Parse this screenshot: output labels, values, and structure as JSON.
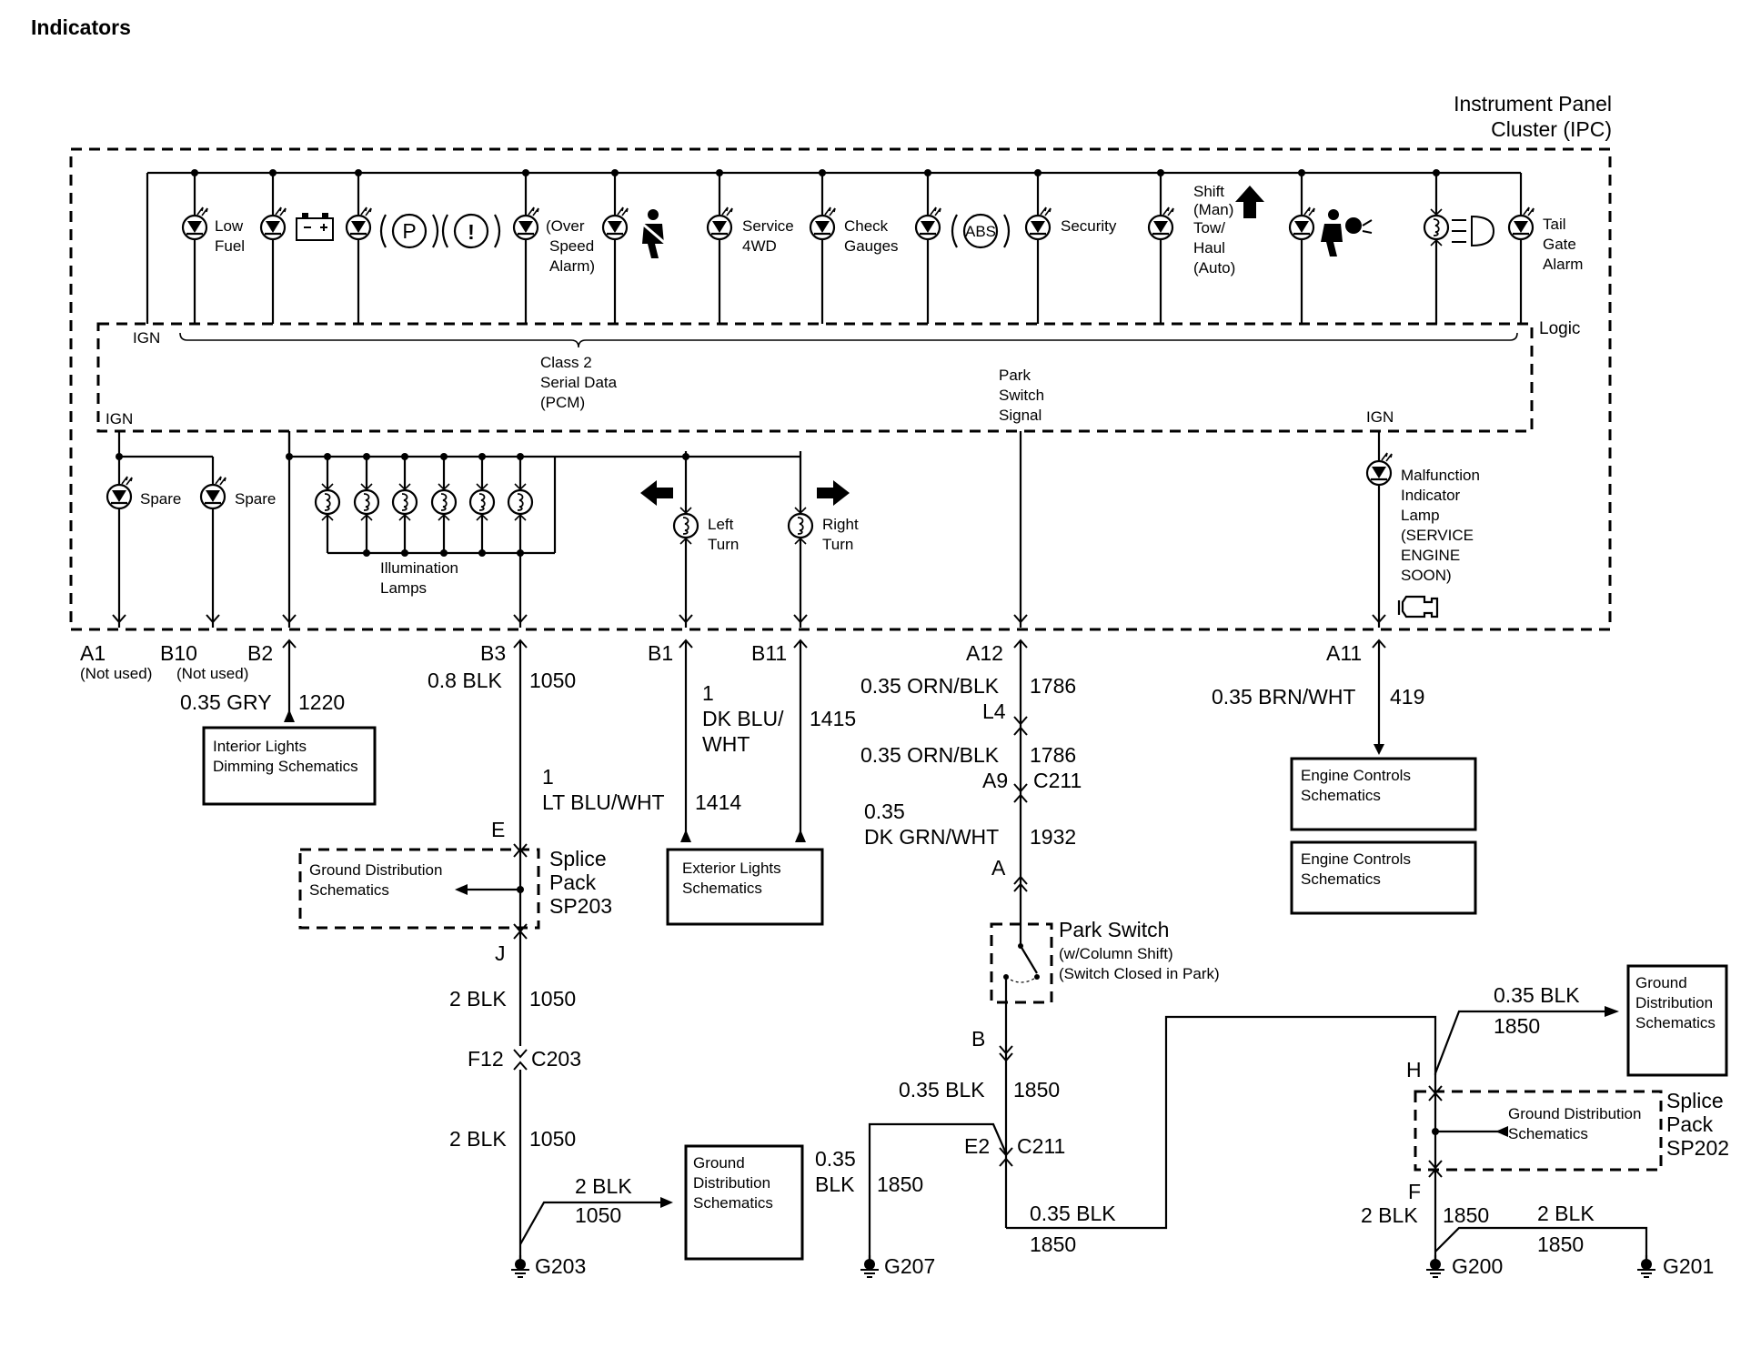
{
  "page": {
    "title": "Indicators"
  },
  "ipc": {
    "name_line1": "Instrument Panel",
    "name_line2": "Cluster (IPC)",
    "logic": "Logic",
    "ign_top": "IGN",
    "ign_left": "IGN",
    "ign_right": "IGN",
    "class2": [
      "Class 2",
      "Serial Data",
      "(PCM)"
    ],
    "park_signal": [
      "Park",
      "Switch",
      "Signal"
    ],
    "indicators": {
      "low_fuel": [
        "Low",
        "Fuel"
      ],
      "over_speed": [
        "(Over",
        "Speed",
        "Alarm)"
      ],
      "service_4wd": [
        "Service",
        "4WD"
      ],
      "check_gauges": [
        "Check",
        "Gauges"
      ],
      "security": "Security",
      "shift": [
        "Shift",
        "(Man)",
        "Tow/",
        "Haul",
        "(Auto)"
      ],
      "tailgate": [
        "Tail",
        "Gate",
        "Alarm"
      ],
      "park_glyph": "P",
      "brake_glyph": "!",
      "abs_glyph": "ABS"
    },
    "spare1": "Spare",
    "spare2": "Spare",
    "illumination": [
      "Illumination",
      "Lamps"
    ],
    "left_turn": [
      "Left",
      "Turn"
    ],
    "right_turn": [
      "Right",
      "Turn"
    ],
    "mil": [
      "Malfunction",
      "Indicator",
      "Lamp",
      "(SERVICE",
      "ENGINE",
      "SOON)"
    ]
  },
  "pins": {
    "a1": "A1",
    "a1_note": "(Not used)",
    "b10": "B10",
    "b10_note": "(Not used)",
    "b2": "B2",
    "b3": "B3",
    "b1": "B1",
    "b11": "B11",
    "a12": "A12",
    "a11": "A11"
  },
  "wires": {
    "b2_wire": "0.35 GRY",
    "b2_circuit": "1220",
    "b3_wire": "0.8 BLK",
    "b3_circuit": "1050",
    "b1_wire": [
      "1",
      "DK BLU/",
      "WHT"
    ],
    "b1_circuit": "1415",
    "b11_wire": [
      "1",
      "LT BLU/WHT"
    ],
    "b11_circuit": "1414",
    "a12_wire": "0.35 ORN/BLK",
    "a12_circuit": "1786",
    "l4": "L4",
    "a9_wire": "0.35 ORN/BLK",
    "a9_circuit": "1786",
    "a9": "A9",
    "c211_top": "C211",
    "park_wire": [
      "0.35",
      "DK GRN/WHT"
    ],
    "park_circuit": "1932",
    "a11_wire": "0.35 BRN/WHT",
    "a11_circuit": "419",
    "j_wire": "2 BLK",
    "j_circuit": "1050",
    "f12": "F12",
    "c203": "C203",
    "g203_wire": "2 BLK",
    "g203_circuit": "1050",
    "g203_branch_wire": "2 BLK",
    "g203_branch_circuit": "1050",
    "sw_b_wire": "0.35 BLK",
    "sw_b_circuit": "1850",
    "e2": "E2",
    "c211_bottom": "C211",
    "g207_wire": [
      "0.35",
      "BLK"
    ],
    "g207_circuit": "1850",
    "e2_out_wire": "0.35 BLK",
    "e2_out_circuit": "1850",
    "h_out_wire": "0.35 BLK",
    "h_out_circuit": "1850",
    "f_wire": "2 BLK",
    "f_circuit": "1850",
    "g201_wire": "2 BLK",
    "g201_circuit": "1850"
  },
  "refs": {
    "interior_lights": [
      "Interior Lights",
      "Dimming Schematics"
    ],
    "ground_dist_sp203": [
      "Ground Distribution",
      "Schematics"
    ],
    "exterior_lights": [
      "Exterior Lights",
      "Schematics"
    ],
    "engine_controls_1": [
      "Engine Controls",
      "Schematics"
    ],
    "engine_controls_2": [
      "Engine Controls",
      "Schematics"
    ],
    "ground_dist_g203": [
      "Ground",
      "Distribution",
      "Schematics"
    ],
    "ground_dist_right": [
      "Ground",
      "Distribution",
      "Schematics"
    ],
    "ground_dist_sp202": [
      "Ground Distribution",
      "Schematics"
    ]
  },
  "splices": {
    "sp203": [
      "Splice",
      "Pack",
      "SP203"
    ],
    "sp203_in": "E",
    "sp203_out": "J",
    "sp202": [
      "Splice",
      "Pack",
      "SP202"
    ],
    "sp202_in": "H",
    "sp202_out": "F"
  },
  "park_switch": {
    "title": "Park Switch",
    "note1": "(w/Column Shift)",
    "note2": "(Switch Closed in Park)",
    "pin_a": "A",
    "pin_b": "B"
  },
  "grounds": {
    "g203": "G203",
    "g207": "G207",
    "g200": "G200",
    "g201": "G201"
  }
}
